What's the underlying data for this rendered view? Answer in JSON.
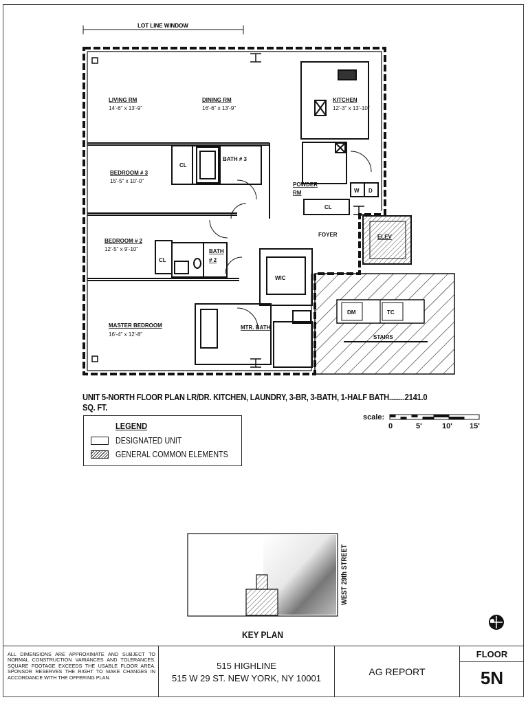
{
  "plan": {
    "top_label": "LOT LINE WINDOW",
    "rooms": {
      "living": {
        "name": "LIVING RM",
        "dims": "14'-6\" x 13'-9\""
      },
      "dining": {
        "name": "DINING RM",
        "dims": "16'-6\" x 13'-9\""
      },
      "kitchen": {
        "name": "KITCHEN",
        "dims": "12'-3\" x 13'-10\""
      },
      "bedroom3": {
        "name": "BEDROOM # 3",
        "dims": "15'-5\" x 10'-0\""
      },
      "bath3": {
        "name": "BATH # 3"
      },
      "powder": {
        "name_line1": "POWDER",
        "name_line2": "RM"
      },
      "bedroom2": {
        "name": "BEDROOM # 2",
        "dims": "12'-5\" x 9'-10\""
      },
      "bath2": {
        "name_line1": "BATH",
        "name_line2": "# 2"
      },
      "foyer": {
        "name": "FOYER"
      },
      "elev": {
        "name": "ELEV"
      },
      "wic": {
        "name": "WIC"
      },
      "master": {
        "name": "MASTER BEDROOM",
        "dims": "16'-4\" x 12'-8\""
      },
      "mtr_bath": {
        "name": "MTR. BATH"
      },
      "stairs": {
        "name": "STAIRS"
      }
    },
    "closet_labels": [
      "CL",
      "CL",
      "CL"
    ],
    "appliances": {
      "washer": "W",
      "dryer": "D",
      "dm": "DM",
      "tc": "TC"
    }
  },
  "unit_title": "UNIT 5-NORTH FLOOR PLAN LR/DR. KITCHEN, LAUNDRY, 3-BR, 3-BATH, 1-HALF BATH........2141.0 SQ. FT.",
  "scale": {
    "label": "scale:",
    "ticks": [
      "0",
      "5'",
      "10'",
      "15'"
    ]
  },
  "legend": {
    "title": "LEGEND",
    "items": [
      {
        "label": "DESIGNATED UNIT",
        "pattern": "blank"
      },
      {
        "label": "GENERAL COMMON ELEMENTS",
        "pattern": "hatched"
      }
    ]
  },
  "key_plan": {
    "title": "KEY PLAN",
    "street": "WEST 29th STREET"
  },
  "title_block": {
    "disclaimer": "ALL DIMENSIONS ARE APPROXIMATE AND SUBJECT TO NORMAL CONSTRUCTION VARIANCES AND TOLERANCES. SQUARE FOOTAGE EXCEEDS THE USABLE FLOOR AREA. SPONSOR RESERVES THE RIGHT TO MAKE CHANGES IN ACCORDANCE WITH THE OFFERING PLAN.",
    "building_name": "515 HIGHLINE",
    "address": "515 W 29 ST. NEW YORK, NY 10001",
    "report": "AG REPORT",
    "floor_label": "FLOOR",
    "floor_value": "5N"
  },
  "colors": {
    "ink": "#111111",
    "paper": "#ffffff"
  }
}
